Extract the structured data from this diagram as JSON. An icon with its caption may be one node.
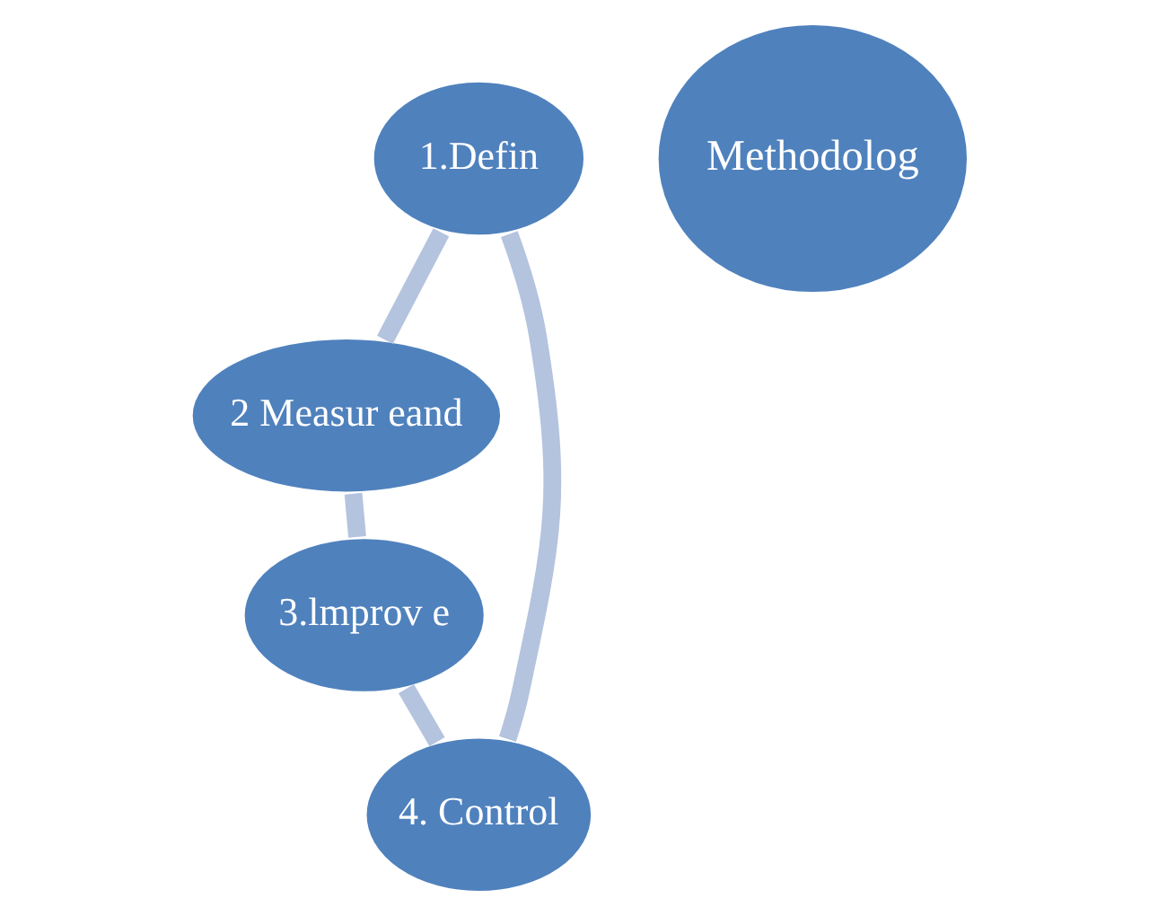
{
  "diagram": {
    "nodes": [
      {
        "text": [
          "1.Defin"
        ]
      },
      {
        "text": [
          "2 Measur eand"
        ]
      },
      {
        "text": [
          "3.lmprov e"
        ]
      },
      {
        "text": [
          "4. Control"
        ]
      },
      {
        "text": [
          "Methodolog"
        ]
      }
    ],
    "edges": [
      {
        "from": 0,
        "to": 1,
        "arrow": "none"
      },
      {
        "from": 1,
        "to": 2,
        "arrow": "none"
      },
      {
        "from": 2,
        "to": 3,
        "arrow": "none"
      },
      {
        "from": 3,
        "to": 0,
        "arrow": "none"
      }
    ]
  }
}
